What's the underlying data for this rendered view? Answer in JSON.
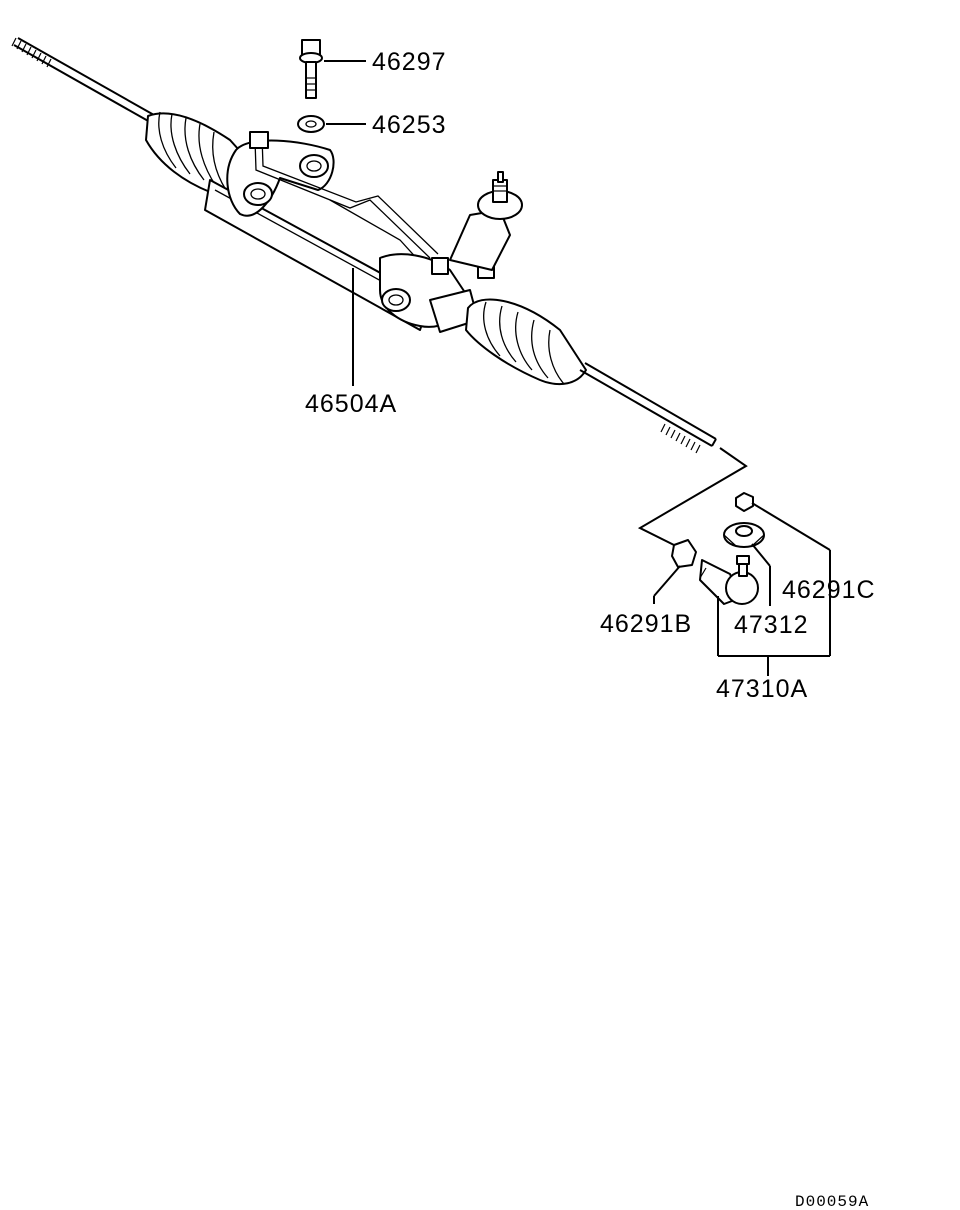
{
  "diagram": {
    "part_labels": {
      "p46297": "46297",
      "p46253": "46253",
      "p46504A": "46504A",
      "p46291B": "46291B",
      "p46291C": "46291C",
      "p47312": "47312",
      "p47310A": "47310A"
    },
    "diagram_code": "D00059A"
  }
}
